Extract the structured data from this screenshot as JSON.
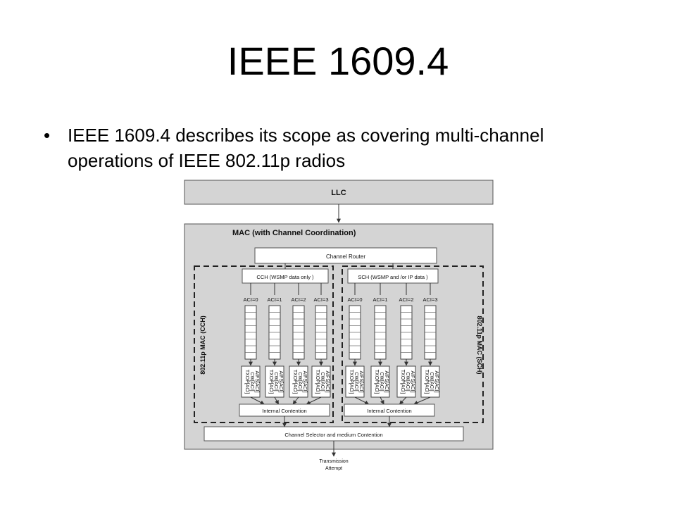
{
  "slide": {
    "title": "IEEE 1609.4",
    "bullet": "IEEE 1609.4 describes its scope as covering multi-channel operations of IEEE 802.11p radios"
  },
  "diagram": {
    "llc": "LLC",
    "mac": "MAC (with Channel Coordination)",
    "channel_router": "Channel Router",
    "cch_side_label": "802.11p MAC (CCH)",
    "sch_side_label": "802.11p MAC (SCH)",
    "cch_box": "CCH  (WSMP data only  )",
    "sch_box": "SCH (WSMP and /or IP data )",
    "aci_labels": [
      "ACI=0",
      "ACI=1",
      "ACI=2",
      "ACI=3"
    ],
    "param_lines": [
      "AIFS[ACI]",
      "CW[ACI]",
      "TXOP[ACI]"
    ],
    "internal_contention": "Internal Contention",
    "channel_selector": "Channel Selector and medium Contention",
    "transmission": [
      "Transmission",
      "Attempt"
    ],
    "colors": {
      "panel": "#d4d4d4",
      "box": "#ffffff",
      "line": "#333333"
    }
  }
}
